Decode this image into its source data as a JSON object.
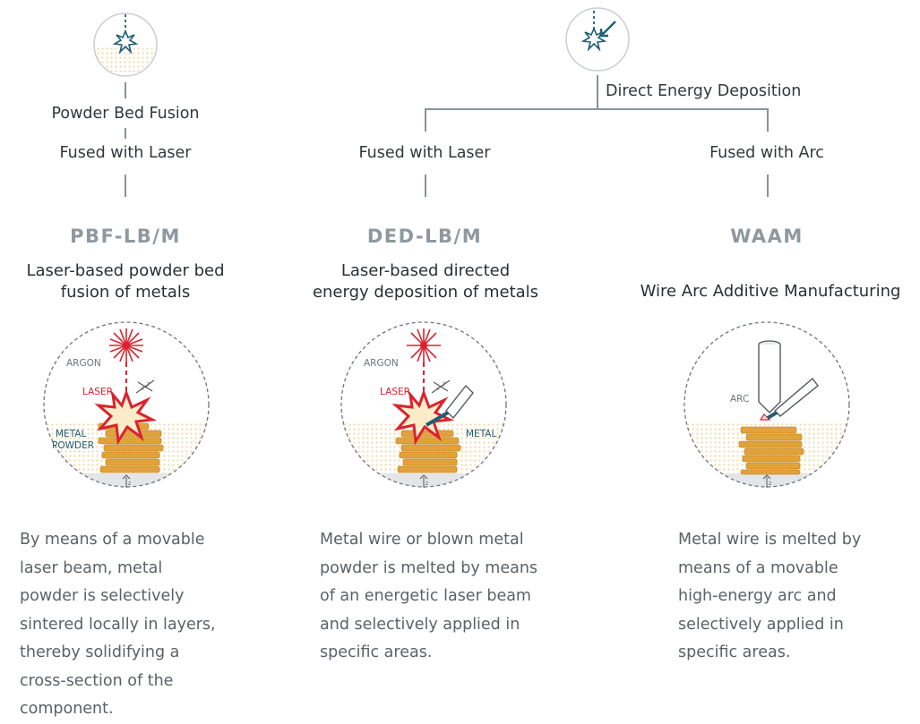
{
  "colors": {
    "accent_teal": "#1f5e73",
    "laser_red": "#d9232e",
    "metal_orange": "#e2a23a",
    "powder": "#ecd9a6",
    "line_gray": "#8a9299",
    "acronym_gray": "#8f989f"
  },
  "pbf": {
    "category": "Powder Bed Fusion",
    "method": "Fused with Laser",
    "acronym": "PBF-LB/M",
    "fullname_line1": "Laser-based powder bed",
    "fullname_line2": "fusion of metals",
    "illustration": {
      "argon": "ARGON",
      "laser": "LASER",
      "metal": "METAL",
      "powder": "POWDER",
      "axis_x": "x",
      "axis_y": "y",
      "axis_z": "z"
    },
    "description": [
      "By means of a movable",
      "laser beam, metal",
      "powder is selectively",
      "sintered locally in layers,",
      "thereby solidifying a",
      "cross-section of the",
      "component."
    ]
  },
  "ded": {
    "category": "Direct Energy Deposition",
    "laser_branch": {
      "method": "Fused with Laser",
      "acronym": "DED-LB/M",
      "fullname_line1": "Laser-based directed",
      "fullname_line2": "energy deposition of metals",
      "illustration": {
        "argon": "ARGON",
        "laser": "LASER",
        "metal": "METAL",
        "axis_x": "x",
        "axis_y": "y",
        "axis_z": "z"
      },
      "description": [
        "Metal wire or blown metal",
        "powder is melted by means",
        "of an energetic laser beam",
        "and selectively applied in",
        "specific areas."
      ]
    },
    "arc_branch": {
      "method": "Fused with Arc",
      "acronym": "WAAM",
      "fullname": "Wire Arc Additive Manufacturing",
      "illustration": {
        "arc": "ARC",
        "axis_z": "z"
      },
      "description": [
        "Metal wire is melted by",
        "means of a movable",
        "high-energy arc and",
        "selectively applied in",
        "specific areas."
      ]
    }
  },
  "icons": [
    "pbf-process-icon",
    "ded-process-icon"
  ]
}
